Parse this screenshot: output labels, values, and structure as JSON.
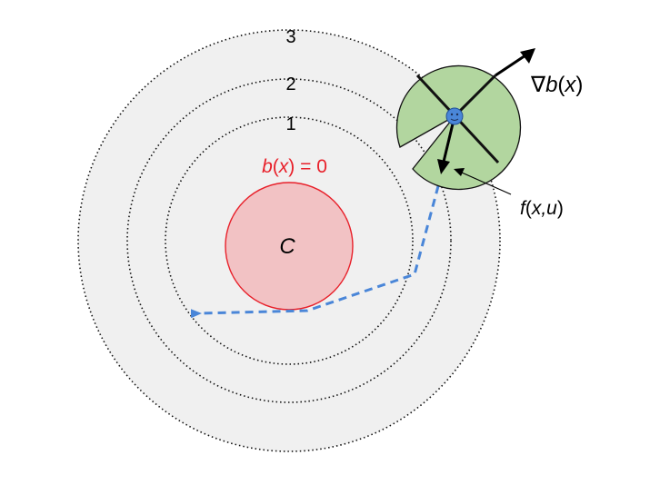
{
  "diagram": {
    "level_labels": [
      "1",
      "2",
      "3"
    ],
    "zero_set": {
      "label_b": "b",
      "label_x": "x",
      "label_eq": " = 0",
      "set_label": "C",
      "color": "#e8202a",
      "fill": "#f2c2c4"
    },
    "gradient": {
      "nabla": "∇",
      "b": "b",
      "x": "x"
    },
    "dynamics": {
      "f": "f",
      "args": "x,u"
    },
    "colors": {
      "rings_fill": "#f0f0f0",
      "cone_fill": "#b2d69f",
      "agent": "#4a86d8",
      "trajectory": "#4a86d8",
      "text": "#000000"
    }
  }
}
